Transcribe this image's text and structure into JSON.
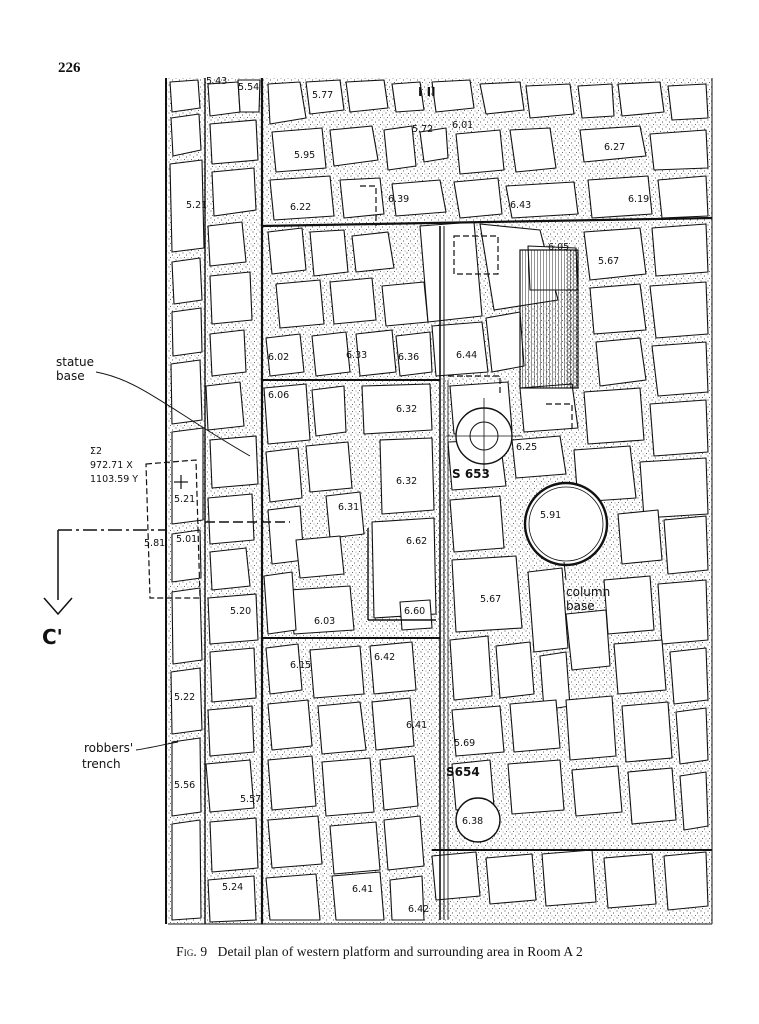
{
  "page": {
    "number": "226"
  },
  "figure": {
    "label": "Fig. 9",
    "caption": "Detail plan of western platform and surrounding area in Room A 2"
  },
  "annotations": {
    "statue_base": [
      "statue",
      "base"
    ],
    "column_base": [
      "column",
      "base"
    ],
    "robbers_trench": [
      "robbers'",
      "trench"
    ],
    "section_marker": "C'",
    "survey_point": [
      "Σ2",
      "972.71 X",
      "1103.59 Y"
    ],
    "stone_s653": "S 653",
    "stone_s654": "S654",
    "grid_mark": "I II"
  },
  "elevations": [
    "5.43",
    "5.54",
    "5.77",
    "5.72",
    "6.01",
    "6.27",
    "5.95",
    "6.39",
    "6.43",
    "6.19",
    "5.21",
    "6.22",
    "6.05",
    "5.67",
    "6.02",
    "6.33",
    "6.36",
    "6.44",
    "6.06",
    "6.32",
    "6.25",
    "6.32",
    "6.31",
    "5.91",
    "5.21",
    "5.01",
    "5.81",
    "6.62",
    "5.67",
    "5.20",
    "6.03",
    "6.60",
    "6.15",
    "6.42",
    "6.41",
    "5.22",
    "5.69",
    "5.56",
    "5.57",
    "6.38",
    "5.24",
    "6.41",
    "6.42"
  ]
}
